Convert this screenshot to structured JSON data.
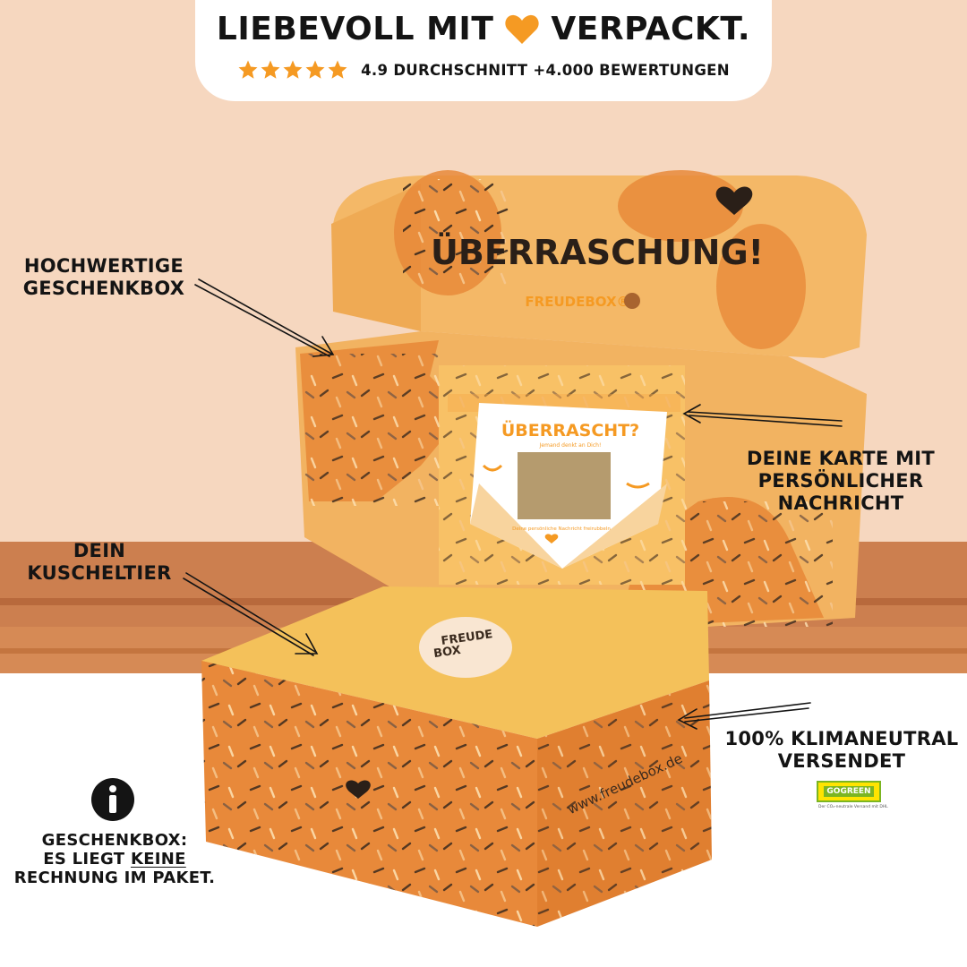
{
  "banner": {
    "title_left": "LIEBEVOLL MIT",
    "title_right": "VERPACKT.",
    "rating_text": "4.9 DURCHSCHNITT +4.000 BEWERTUNGEN",
    "star_count": 5,
    "icon_heart": "heart-icon",
    "icon_star": "star-icon"
  },
  "labels": {
    "hq_box": [
      "HOCHWERTIGE",
      "GESCHENKBOX"
    ],
    "card": [
      "DEINE KARTE MIT",
      "PERSÖNLICHER",
      "NACHRICHT"
    ],
    "plush": [
      "DEIN",
      "KUSCHELTIER"
    ],
    "climate": [
      "100% KLIMANEUTRAL",
      "VERSENDET"
    ],
    "gift_line1": "GESCHENKBOX:",
    "gift_line2_prefix": "ES LIEGT",
    "gift_line2_emph": "KEINE",
    "gift_line3": "RECHNUNG IM PAKET."
  },
  "box": {
    "lid_heading": "ÜBERRASCHUNG!",
    "lid_brand": "FREUDEBOX",
    "lid_brand_mark": "®",
    "card_heading": "ÜBERRASCHT?",
    "card_subheading": "Jemand denkt an Dich!",
    "card_footer": "Deine persönliche Nachricht freirubbeln",
    "sticker_text_line1": "FREUDE",
    "sticker_text_line2": "BOX",
    "side_url": "www.freudebox.de"
  },
  "badge": {
    "logo_text": "GOGREEN",
    "caption": "Der CO₂-neutrale Versand mit DHL"
  },
  "colors": {
    "accent_orange": "#f59a23",
    "box_orange": "#e8893a",
    "box_light": "#f4b867",
    "ink": "#141414"
  }
}
